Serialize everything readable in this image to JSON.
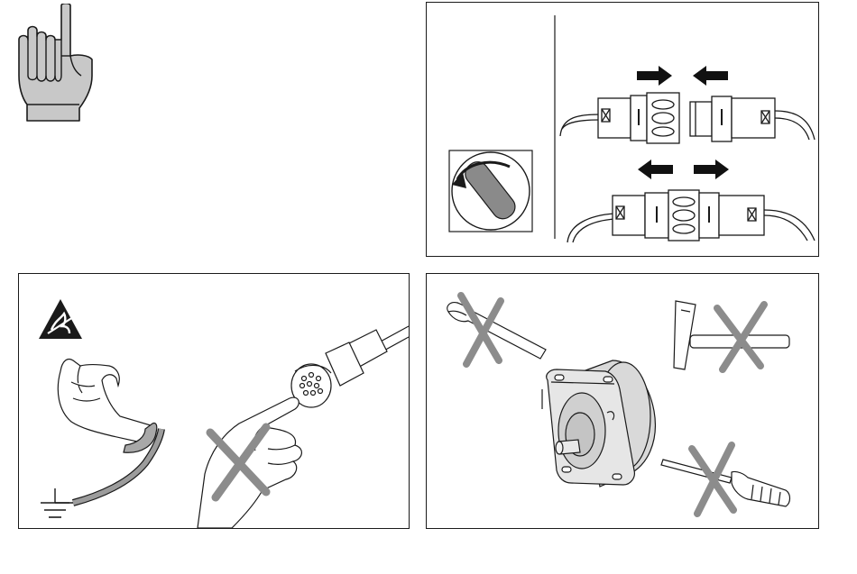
{
  "icons": {
    "attention": "pointing-hand-icon",
    "connector_panel": "connector-assembly-illustration",
    "esd_panel": "esd-warning-illustration",
    "tools_panel": "prohibited-tools-illustration"
  },
  "colors": {
    "line": "#1a1a1a",
    "hand_fill": "#c8c8c8",
    "cross": "#8c8c8c",
    "arrow": "#111111",
    "mid_gray": "#b0b0b0",
    "light_gray": "#d9d9d9"
  }
}
